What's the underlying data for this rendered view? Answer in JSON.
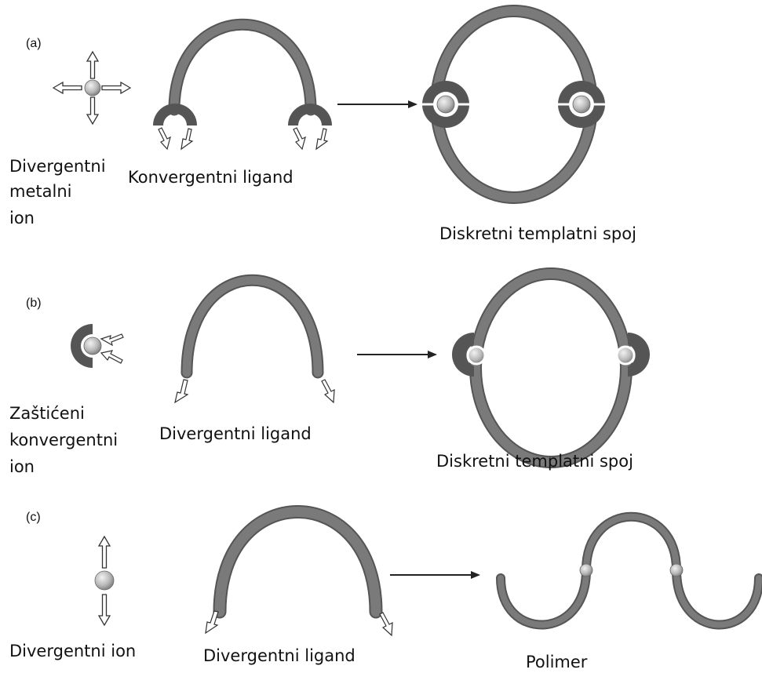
{
  "colors": {
    "background": "#ffffff",
    "ligand": "#707070",
    "ligand_outline": "#4a4a4a",
    "cap": "#555555",
    "ion": "#b8b8b8",
    "arrow": "#222222"
  },
  "panels": [
    {
      "label": "(a)",
      "left_caption": [
        "Divergentni",
        "metalni",
        "ion"
      ],
      "middle_caption": "Konvergentni ligand",
      "right_caption": "Diskretni templatni spoj"
    },
    {
      "label": "(b)",
      "left_caption": [
        "Zaštićeni",
        "konvergentni",
        "ion"
      ],
      "middle_caption": "Divergentni ligand",
      "right_caption": "Diskretni templatni spoj"
    },
    {
      "label": "(c)",
      "left_caption": [
        "Divergentni ion"
      ],
      "middle_caption": "Divergentni ligand",
      "right_caption": "Polimer"
    }
  ]
}
